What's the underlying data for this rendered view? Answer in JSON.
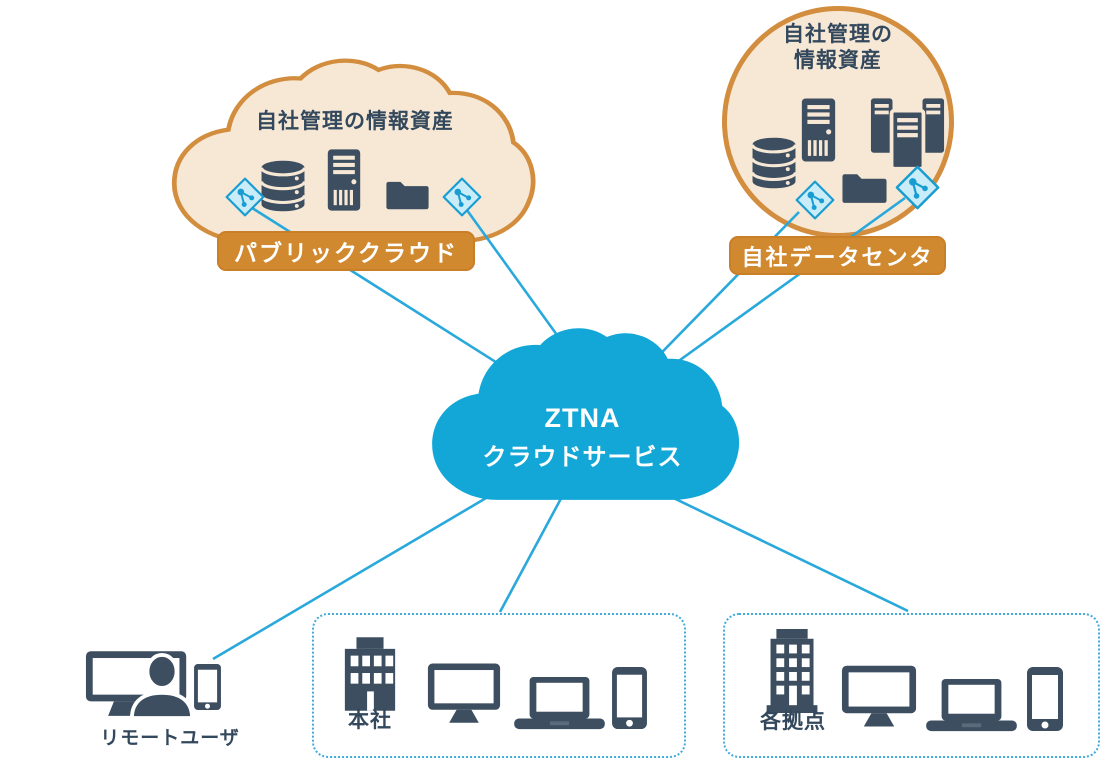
{
  "public_cloud": {
    "title": "自社管理の情報資産",
    "label": "パブリッククラウド"
  },
  "datacenter": {
    "title_line1": "自社管理の",
    "title_line2": "情報資産",
    "label": "自社データセンタ"
  },
  "ztna_cloud": {
    "title_line1": "ZTNA",
    "title_line2": "クラウドサービス"
  },
  "remote_user": {
    "label": "リモートユーザ"
  },
  "headquarters": {
    "label": "本社"
  },
  "branches": {
    "label": "各拠点"
  },
  "colors": {
    "ztna_cloud_blue": "#12A7D6",
    "connection_line_blue": "#29A9DB",
    "asset_zone_fill": "#F7E8D6",
    "asset_zone_border": "#D28E3E",
    "label_bar_orange": "#D1892F",
    "icon_slate": "#3C4E5F",
    "title_text": "#33485C",
    "endpoint_diamond_fill": "#C9EDF8",
    "endpoint_diamond_stroke": "#189CD2",
    "site_box_border": "#41ACDB"
  }
}
